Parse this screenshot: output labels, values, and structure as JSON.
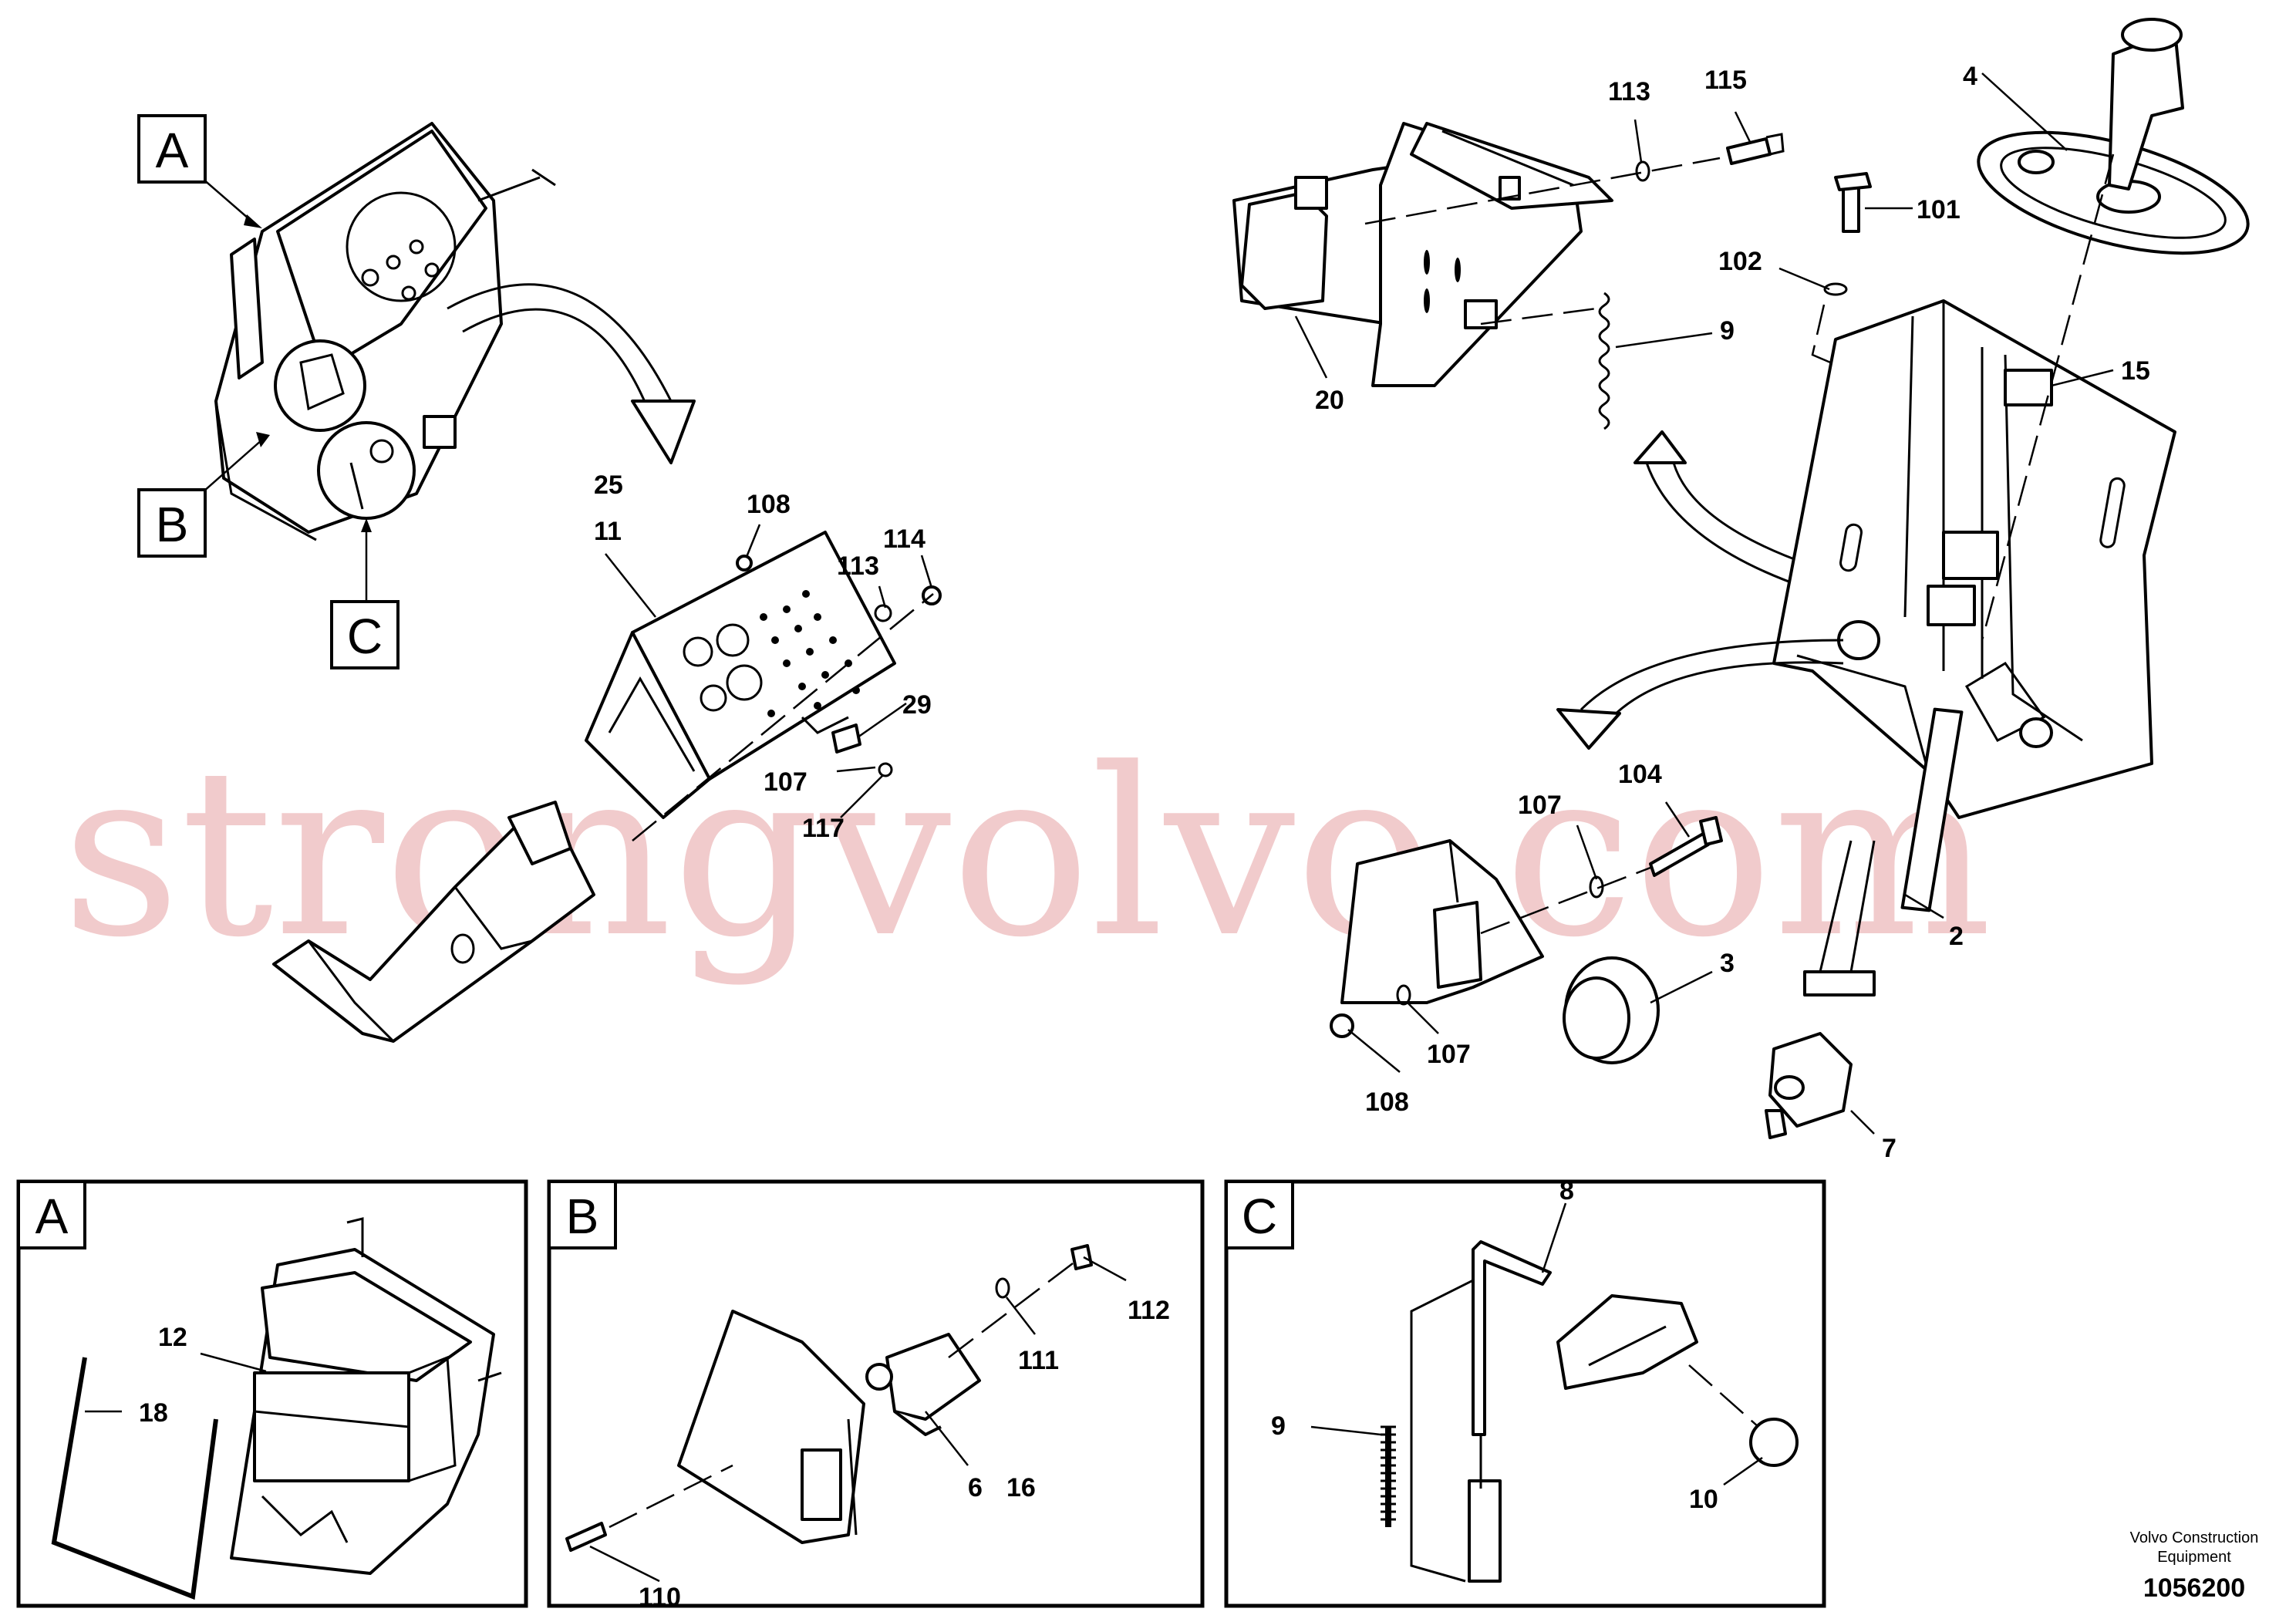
{
  "callouts": {
    "A": "A",
    "B": "B",
    "C": "C"
  },
  "labels": {
    "l25": "25",
    "l11": "11",
    "l108a": "108",
    "l114": "114",
    "l113a": "113",
    "l29": "29",
    "l107a": "107",
    "l117": "117",
    "l113b": "113",
    "l115": "115",
    "l20": "20",
    "l9a": "9",
    "l4": "4",
    "l101": "101",
    "l102": "102",
    "l15": "15",
    "l2": "2",
    "l104": "104",
    "l107b": "107",
    "l3": "3",
    "l107c": "107",
    "l108b": "108",
    "l7": "7",
    "l12": "12",
    "l18": "18",
    "l112": "112",
    "l111": "111",
    "l6": "6",
    "l16": "16",
    "l110": "110",
    "l8": "8",
    "l9b": "9",
    "l10": "10"
  },
  "watermark": "strongvolvo.com",
  "credit_line1": "Volvo Construction",
  "credit_line2": "Equipment",
  "drawing_number": "1056200"
}
